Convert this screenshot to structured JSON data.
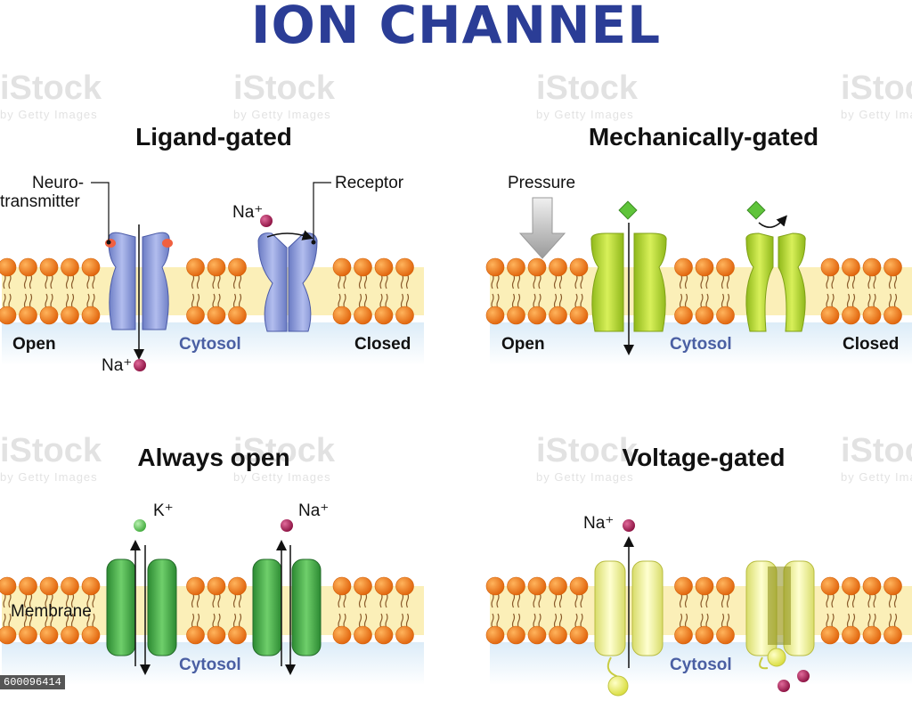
{
  "title": "ION CHANNEL",
  "panels": {
    "ligand": {
      "title": "Ligand-gated",
      "neurotransmitter_line1": "Neuro-",
      "neurotransmitter_line2": "transmitter",
      "receptor": "Receptor",
      "ion_top": "Na⁺",
      "ion_bottom": "Na⁺",
      "open": "Open",
      "closed": "Closed",
      "cytosol": "Cytosol"
    },
    "mechanical": {
      "title": "Mechanically-gated",
      "pressure": "Pressure",
      "open": "Open",
      "closed": "Closed",
      "cytosol": "Cytosol"
    },
    "always": {
      "title": "Always open",
      "ion_k": "K⁺",
      "ion_na": "Na⁺",
      "membrane": "Membrane",
      "cytosol": "Cytosol"
    },
    "voltage": {
      "title": "Voltage-gated",
      "ion": "Na⁺",
      "cytosol": "Cytosol"
    }
  },
  "watermark": {
    "brand": "iStock",
    "sub": "by Getty Images"
  },
  "stock_id": "600096414",
  "colors": {
    "title": "#2b3d96",
    "phospholipid_head": "#f07c1b",
    "membrane_core": "#fbefb8",
    "cytosol": "#dcecf8",
    "ligand_channel": "#8d9bd6",
    "mechanical_channel": "#b9d92e",
    "always_channel": "#3fa043",
    "voltage_channel": "#eef09a",
    "na_ion": "#a6205a",
    "k_ion": "#6cc96a"
  }
}
